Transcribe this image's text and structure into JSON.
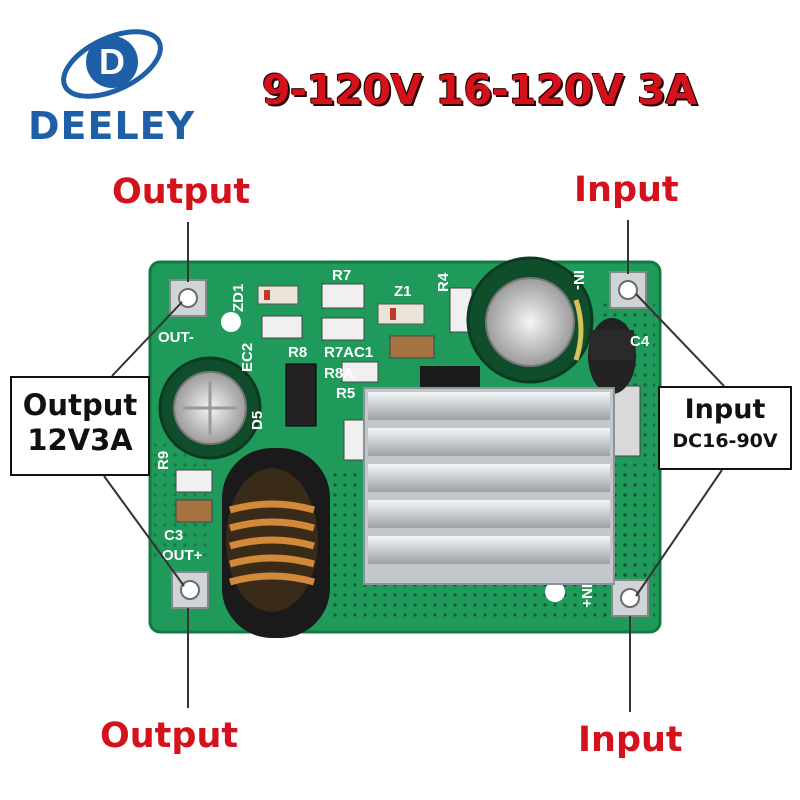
{
  "brand": {
    "name": "DEELEY",
    "logo_letter": "D",
    "logo_color": "#1f5fa8"
  },
  "headline": "9-120V 16-120V 3A",
  "callouts": {
    "output_top": "Output",
    "input_top": "Input",
    "output_bottom": "Output",
    "input_bottom": "Input"
  },
  "output_box": {
    "line1": "Output",
    "line2": "12V3A"
  },
  "input_box": {
    "line1": "Input",
    "line2": "DC16-90V"
  },
  "pcb_labels": {
    "out_minus": "OUT-",
    "out_plus": "OUT+",
    "in_minus": "IN-",
    "in_plus": "IN+",
    "zd1": "ZD1",
    "r7": "R7",
    "z1": "Z1",
    "r4": "R4",
    "ec2": "EC2",
    "r8": "R8",
    "r7ac1": "R7AC1",
    "r8a": "R8A",
    "r5": "R5",
    "d5": "D5",
    "r9": "R9",
    "c3": "C3",
    "c4": "C4"
  },
  "colors": {
    "accent_red": "#d4121c",
    "pcb_green": "#1f9a5a",
    "heatsink": "#d9dde0"
  }
}
